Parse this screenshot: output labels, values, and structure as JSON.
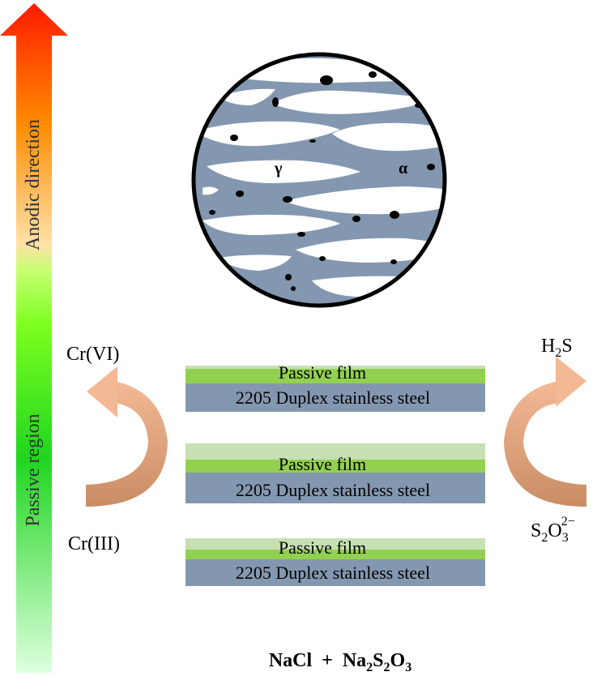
{
  "arrow": {
    "top_label": "Anodic direction",
    "bottom_label": "Passive region",
    "colors": {
      "top": "#ff1a00",
      "mid_top": "#ff9a00",
      "mid": "#ffe0a0",
      "green_top": "#7fff00",
      "green_mid": "#1fd61f",
      "bottom": "#d8ffd8"
    }
  },
  "microstructure": {
    "gamma_label": "γ",
    "alpha_label": "α",
    "matrix_color": "#8497b0",
    "phase_color": "#ffffff",
    "pit_color": "#000000"
  },
  "left_cycle": {
    "top_label": "Cr(VI)",
    "bottom_label": "Cr(III)",
    "color": "#e9a67e"
  },
  "right_cycle": {
    "top_label_main": "H",
    "top_label_sub": "2",
    "top_label_tail": "S",
    "bottom_label_main": "S",
    "bottom_label_sub1": "2",
    "bottom_label_mid": "O",
    "bottom_label_sub2": "3",
    "bottom_label_sup": "2−",
    "color": "#e9a67e"
  },
  "layers": [
    {
      "film_label": "Passive film",
      "steel_label": "2205 Duplex stainless steel"
    },
    {
      "film_label": "Passive film",
      "steel_label": "2205 Duplex stainless steel"
    },
    {
      "film_label": "Passive film",
      "steel_label": "2205 Duplex stainless steel"
    }
  ],
  "layer_colors": {
    "film_dark": "#92d050",
    "film_light": "#c6e0b4",
    "steel": "#8497b0"
  },
  "formula": {
    "part1": "NaCl  +  Na",
    "sub1": "2",
    "part2": "S",
    "sub2": "2",
    "part3": "O",
    "sub3": "3"
  }
}
